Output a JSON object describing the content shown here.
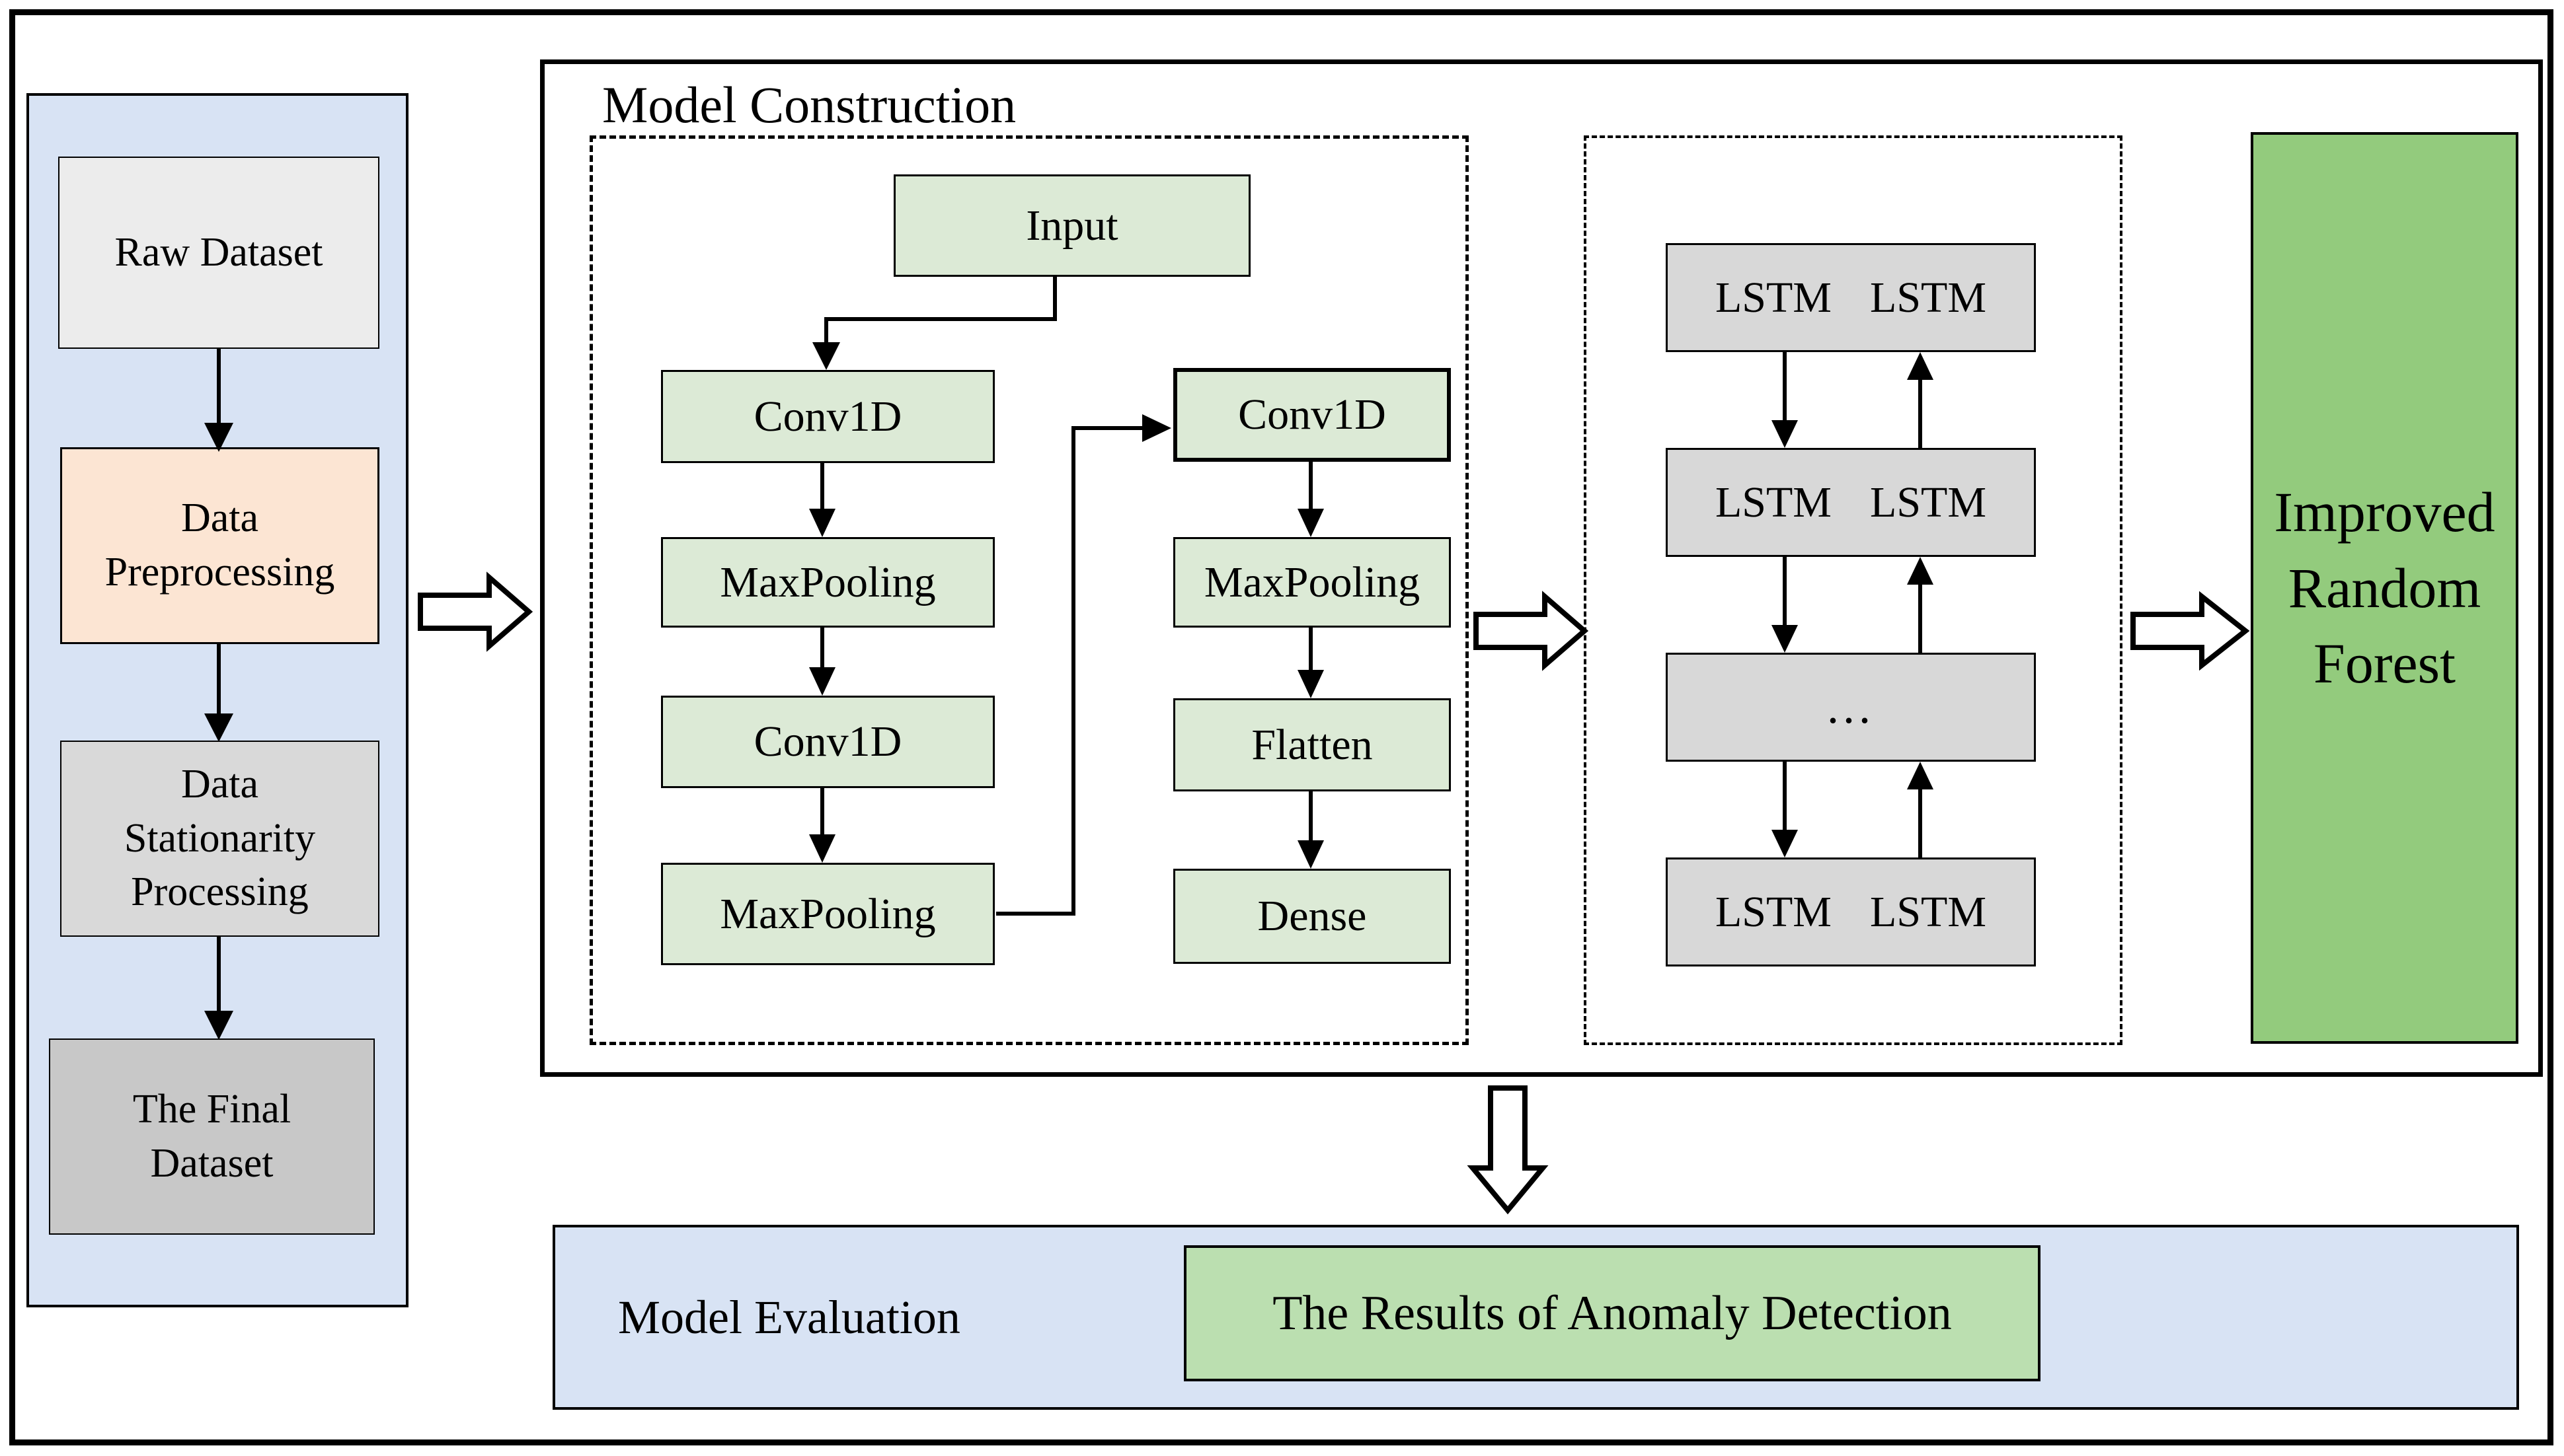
{
  "figure": {
    "model_construction_title": "Model Construction",
    "model_evaluation_title": "Model Evaluation"
  },
  "colors": {
    "panel_blue": "#d8e3f4",
    "raw_dataset_gray": "#ececec",
    "preprocessing_peach": "#fce5d3",
    "stationarity_gray": "#d9d9d9",
    "final_dataset_gray": "#c8c8c8",
    "cnn_box_green": "#dcead6",
    "lstm_box_gray": "#d8d8d8",
    "random_forest_green": "#93cb7d",
    "result_box_green": "#bbdfb0",
    "line_black": "#000000"
  },
  "pipeline": {
    "stages": [
      {
        "label": "Raw Dataset",
        "color": "#ececec"
      },
      {
        "label": "Data\nPreprocessing",
        "color": "#fce5d3"
      },
      {
        "label": "Data\nStationarity\nProcessing",
        "color": "#d9d9d9"
      },
      {
        "label": "The Final\nDataset",
        "color": "#c8c8c8"
      }
    ]
  },
  "cnn": {
    "input_label": "Input",
    "left_column": [
      "Conv1D",
      "MaxPooling",
      "Conv1D",
      "MaxPooling"
    ],
    "right_column": [
      "Conv1D",
      "MaxPooling",
      "Flatten",
      "Dense"
    ]
  },
  "lstm": {
    "rows": [
      [
        "LSTM",
        "LSTM"
      ],
      [
        "LSTM",
        "LSTM"
      ],
      [
        "..."
      ],
      [
        "LSTM",
        "LSTM"
      ]
    ]
  },
  "random_forest": {
    "label": "Improved\nRandom\nForest"
  },
  "evaluation": {
    "result_label": "The Results of Anomaly Detection"
  }
}
